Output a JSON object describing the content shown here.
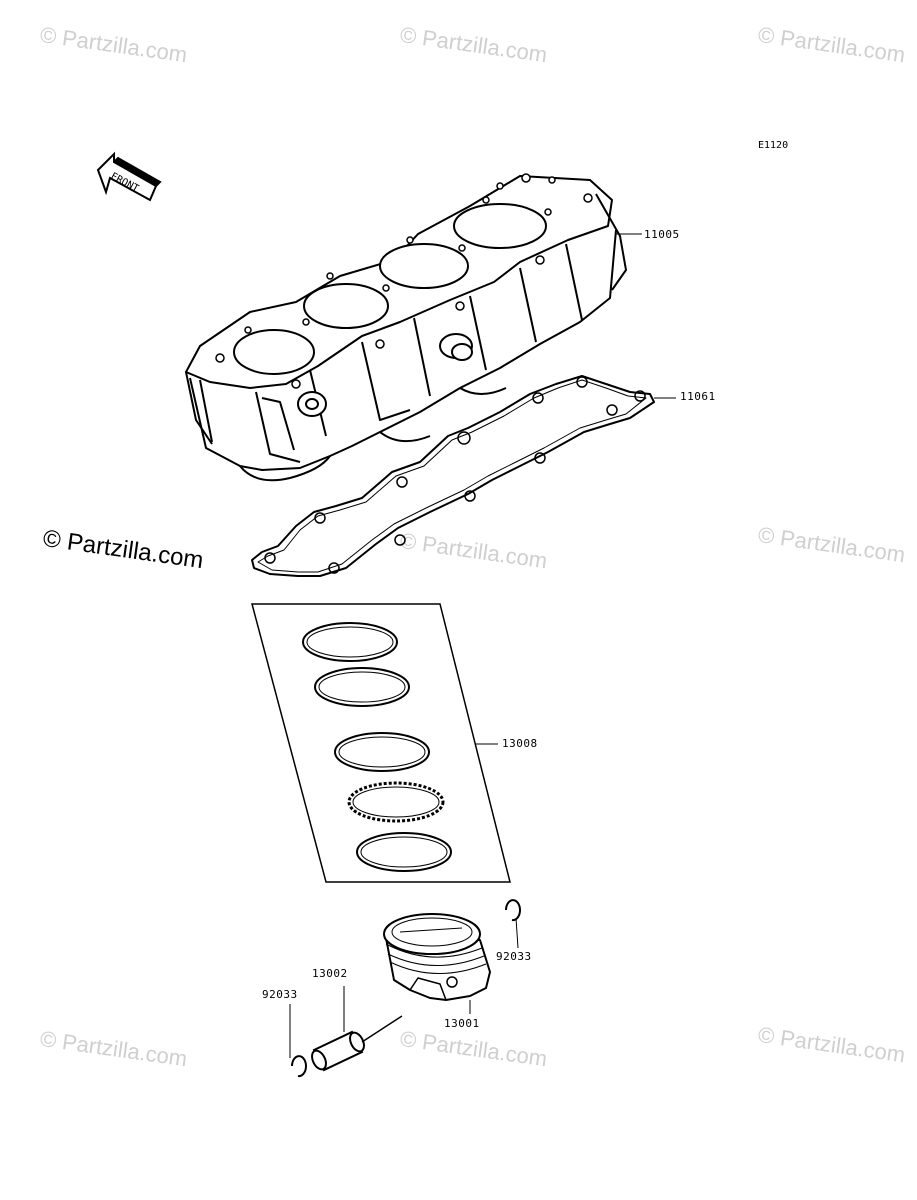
{
  "diagram_code": "E1120",
  "front_label": "FRONT",
  "watermark_text": "© Partzilla.com",
  "parts": {
    "cylinder": "11005",
    "gasket": "11061",
    "ring_set": "13008",
    "piston": "13001",
    "pin": "13002",
    "clip_left": "92033",
    "clip_right": "92033"
  },
  "colors": {
    "line": "#000000",
    "watermark": "#cfcfcf"
  }
}
